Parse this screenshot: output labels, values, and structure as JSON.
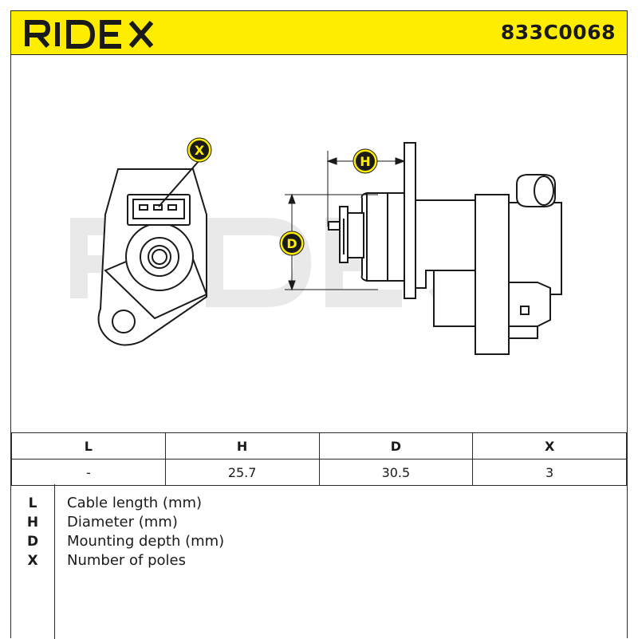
{
  "header": {
    "brand": "RIDEX",
    "part_number": "833C0068",
    "background_color": "#ffed00"
  },
  "drawing": {
    "watermark": "RIDEX",
    "dimension_markers": [
      "X",
      "H",
      "D"
    ]
  },
  "specs_table": {
    "columns": [
      "L",
      "H",
      "D",
      "X"
    ],
    "values": [
      "-",
      "25.7",
      "30.5",
      "3"
    ]
  },
  "legend": [
    {
      "key": "L",
      "description": "Cable length (mm)"
    },
    {
      "key": "H",
      "description": "Diameter (mm)"
    },
    {
      "key": "D",
      "description": "Mounting depth (mm)"
    },
    {
      "key": "X",
      "description": "Number of poles"
    }
  ]
}
